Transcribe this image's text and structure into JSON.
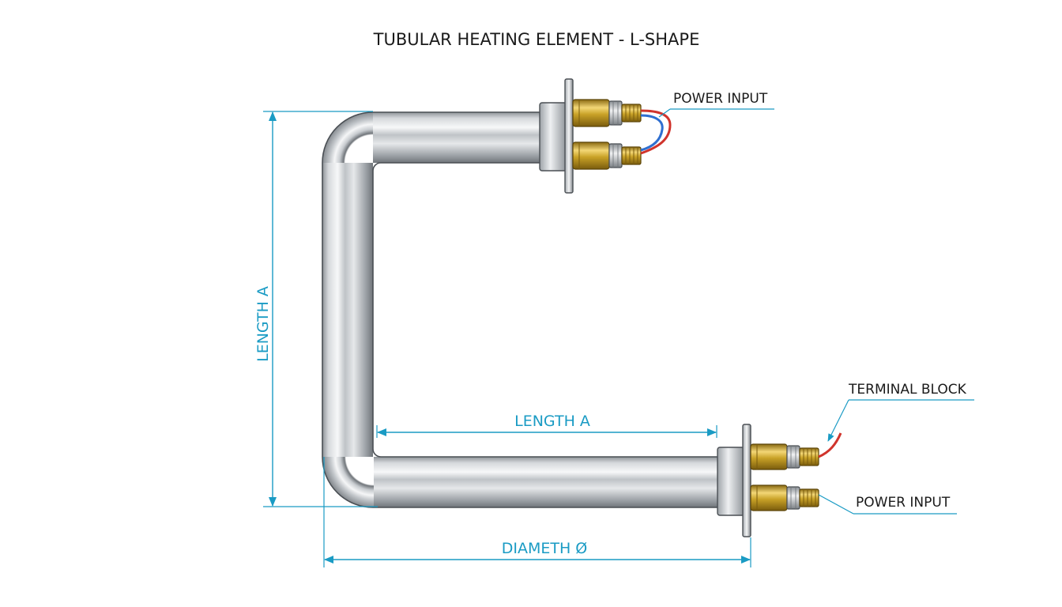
{
  "title": "TUBULAR HEATING ELEMENT - L-SHAPE",
  "dimensions": {
    "vertical_label": "LENGTH A",
    "horizontal_label": "LENGTH A",
    "bottom_label": "DIAMETH Ø"
  },
  "callouts": {
    "top_power_input": "POWER INPUT",
    "terminal_block": "TERMINAL BLOCK",
    "bottom_power_input": "POWER INPUT"
  },
  "colors": {
    "dimension": "#1a9bc4",
    "tube": "#c4c8cc",
    "brass": "#c9a227",
    "wire_red": "#d0342c",
    "wire_blue": "#2f6fd0",
    "text": "#1a1a1a"
  }
}
